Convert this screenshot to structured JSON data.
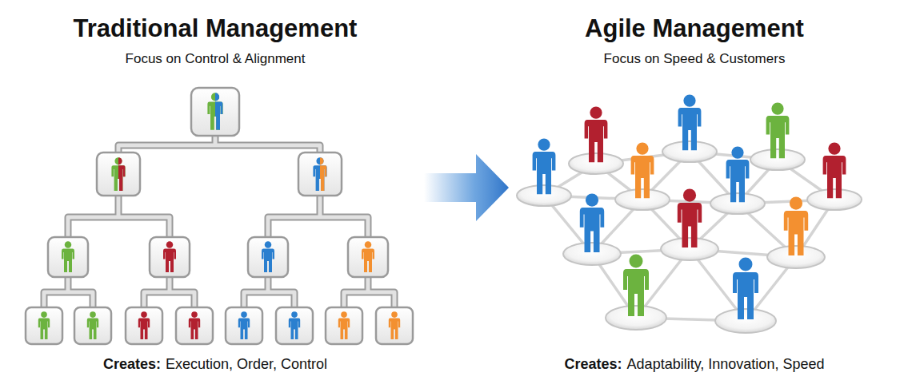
{
  "diagram": {
    "labels": [
      "Traditional Management",
      "Focus on Control & Alignment",
      "Creates:",
      "Execution, Order, Control",
      "Agile Management",
      "Focus on Speed & Customers",
      "Creates:",
      "Adaptability, Innovation, Speed"
    ]
  }
}
